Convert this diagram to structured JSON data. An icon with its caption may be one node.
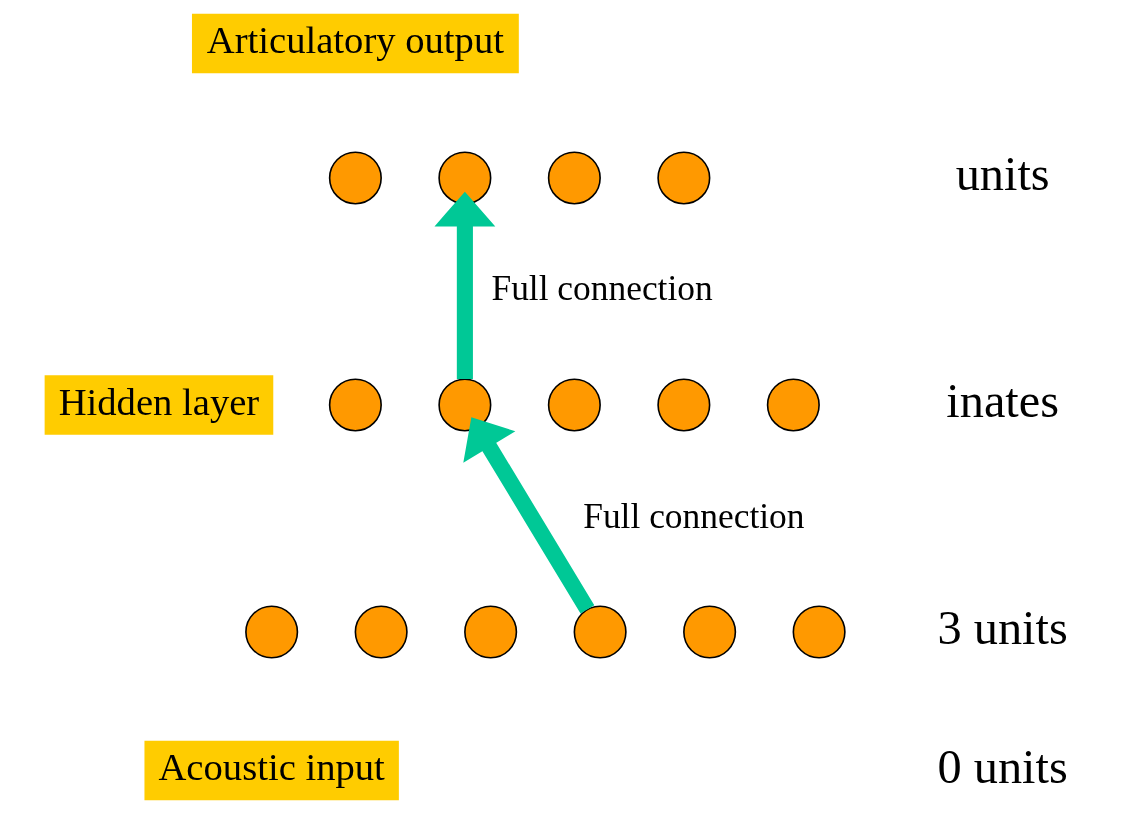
{
  "diagram": {
    "nodes": [
      {
        "text": [
          "Articulatory output"
        ]
      },
      {
        "text": [],
        "shape": "circle"
      },
      {
        "text": [],
        "shape": "circle"
      },
      {
        "text": [],
        "shape": "circle"
      },
      {
        "text": [],
        "shape": "circle"
      },
      {
        "text": [
          "Hidden layer"
        ]
      },
      {
        "text": [],
        "shape": "circle"
      },
      {
        "text": [],
        "shape": "circle"
      },
      {
        "text": [],
        "shape": "circle"
      },
      {
        "text": [],
        "shape": "circle"
      },
      {
        "text": [],
        "shape": "circle"
      },
      {
        "text": [],
        "shape": "circle"
      },
      {
        "text": [],
        "shape": "circle"
      },
      {
        "text": [],
        "shape": "circle"
      },
      {
        "text": [],
        "shape": "circle"
      },
      {
        "text": [],
        "shape": "circle"
      },
      {
        "text": [],
        "shape": "circle"
      },
      {
        "text": [
          "Acoustic input"
        ]
      }
    ],
    "edges": [
      {
        "from": 14,
        "to": 7,
        "arrow": "to",
        "label": "Full connection",
        "color": "#00c896"
      },
      {
        "from": 7,
        "to": 2,
        "arrow": "to",
        "label": "Full connection",
        "color": "#00c896"
      }
    ],
    "labels": [
      "units",
      "inates",
      "3 units",
      "0 units"
    ]
  }
}
